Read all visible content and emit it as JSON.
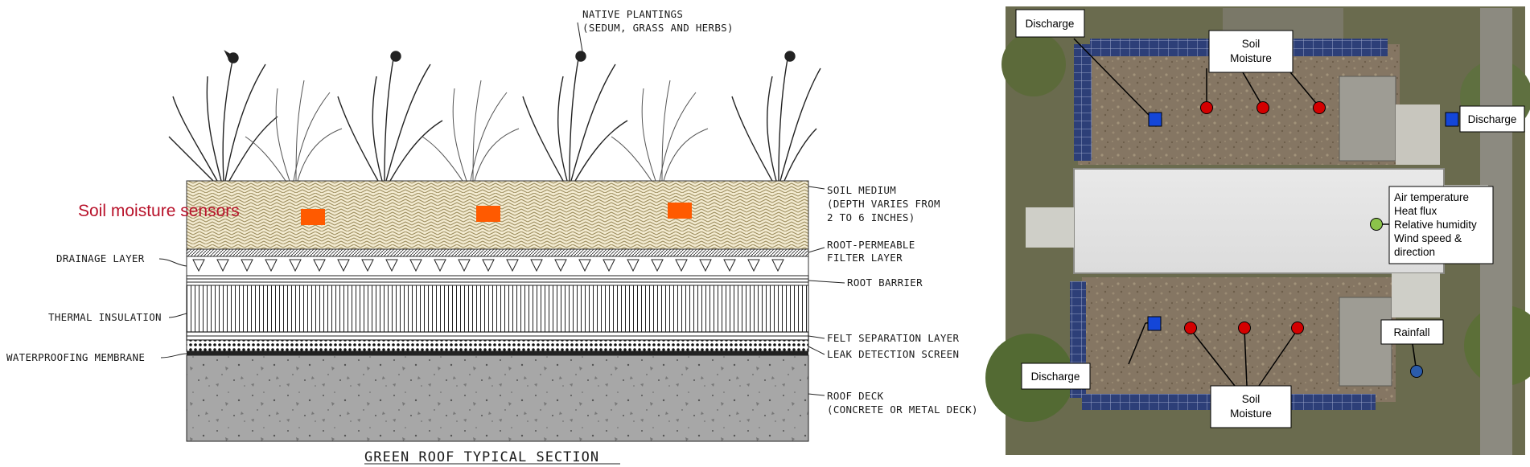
{
  "section": {
    "title": "GREEN ROOF TYPICAL SECTION",
    "sensor_label": "Soil moisture sensors",
    "labels": {
      "native_plantings": [
        "NATIVE PLANTINGS",
        "(SEDUM, GRASS AND HERBS)"
      ],
      "soil_medium": [
        "SOIL MEDIUM",
        "(DEPTH VARIES FROM",
        "2 TO 6 INCHES)"
      ],
      "root_permeable": [
        "ROOT-PERMEABLE",
        "FILTER LAYER"
      ],
      "drainage_layer": "DRAINAGE LAYER",
      "root_barrier": "ROOT BARRIER",
      "thermal_insulation": "THERMAL INSULATION",
      "felt_separation": "FELT SEPARATION LAYER",
      "leak_detection": "LEAK DETECTION SCREEN",
      "waterproofing": "WATERPROOFING MEMBRANE",
      "roof_deck": [
        "ROOF DECK",
        "(CONCRETE OR METAL DECK)"
      ]
    },
    "colors": {
      "sensor": "#ff5a00",
      "sensor_text": "#b8122a"
    }
  },
  "aerial": {
    "callouts": {
      "discharge_top_left": "Discharge",
      "soil_moisture_top": [
        "Soil",
        "Moisture"
      ],
      "discharge_right": "Discharge",
      "weather": [
        "Air temperature",
        "Heat flux",
        "Relative humidity",
        "Wind speed &",
        "direction"
      ],
      "rainfall": "Rainfall",
      "discharge_bottom_left": "Discharge",
      "soil_moisture_bottom": [
        "Soil",
        "Moisture"
      ]
    },
    "colors": {
      "discharge": "#1446d8",
      "soil_moisture": "#d40000",
      "weather": "#8bc34a",
      "rainfall": "#2b5cab"
    }
  }
}
